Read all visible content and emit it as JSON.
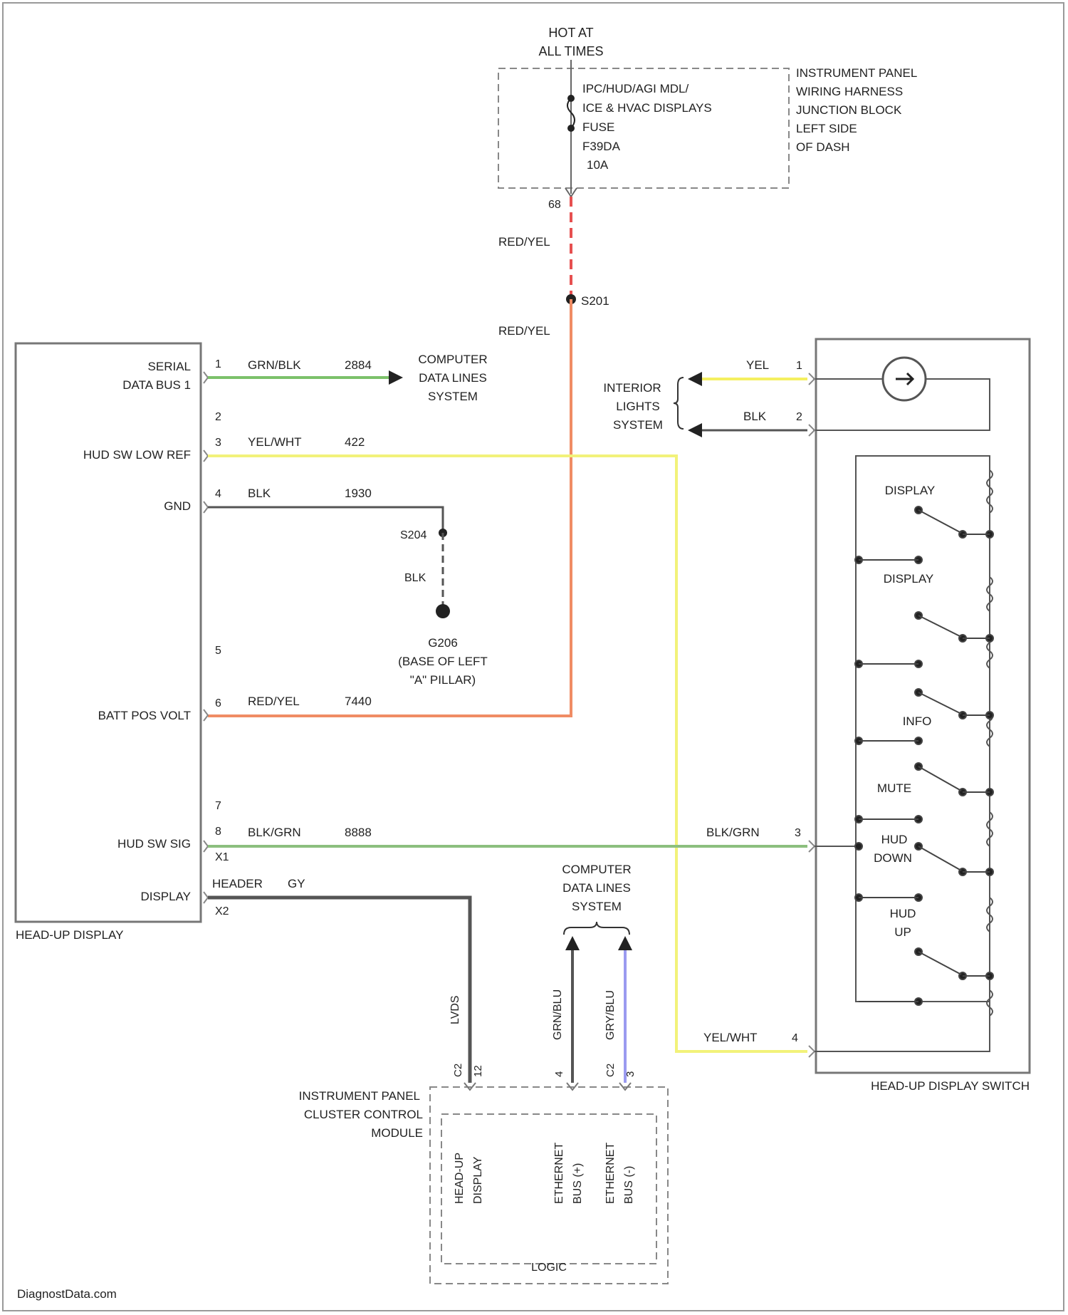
{
  "fuse_block": {
    "hot_label_1": "HOT AT",
    "hot_label_2": "ALL TIMES",
    "fuse_lines": [
      "IPC/HUD/AGI MDL/",
      "ICE & HVAC DISPLAYS",
      "FUSE",
      "F39DA",
      "10A"
    ],
    "location_lines": [
      "INSTRUMENT PANEL",
      "WIRING HARNESS",
      "JUNCTION BLOCK",
      "LEFT SIDE",
      "OF DASH"
    ],
    "pin": "68"
  },
  "splice": {
    "wire_top": "RED/YEL",
    "name": "S201",
    "wire_bottom": "RED/YEL"
  },
  "hud": {
    "title": "HEAD-UP DISPLAY",
    "labels": {
      "serial_1": "SERIAL",
      "serial_2": "DATA BUS 1",
      "low_ref": "HUD SW LOW REF",
      "gnd": "GND",
      "batt": "BATT POS VOLT",
      "sig": "HUD SW SIG",
      "display": "DISPLAY"
    },
    "pins": [
      "1",
      "2",
      "3",
      "4",
      "5",
      "6",
      "7",
      "8",
      "X1",
      "X2"
    ]
  },
  "wires": {
    "w1_color": "GRN/BLK",
    "w1_circuit": "2884",
    "w3_color": "YEL/WHT",
    "w3_circuit": "422",
    "w4_color": "BLK",
    "w4_circuit": "1930",
    "w6_color": "RED/YEL",
    "w6_circuit": "7440",
    "w8_color": "BLK/GRN",
    "w8_circuit": "8888",
    "x2_label": "HEADER",
    "x2_detail": "GY",
    "sw_sig_color": "BLK/GRN",
    "sw_ref_color": "YEL/WHT",
    "lvds": "LVDS",
    "eth_plus": "GRN/BLU",
    "eth_minus": "GRY/BLU"
  },
  "cdl_top": {
    "lines": [
      "COMPUTER",
      "DATA LINES",
      "SYSTEM"
    ]
  },
  "cdl_bottom": {
    "lines": [
      "COMPUTER",
      "DATA LINES",
      "SYSTEM"
    ]
  },
  "ground": {
    "splice": "S204",
    "wire": "BLK",
    "name": "G206",
    "loc_1": "(BASE OF LEFT",
    "loc_2": "\"A\" PILLAR)"
  },
  "interior": {
    "lines": [
      "INTERIOR",
      "LIGHTS",
      "SYSTEM"
    ],
    "wire_1": "YEL",
    "pin_1": "1",
    "wire_2": "BLK",
    "pin_2": "2"
  },
  "switch": {
    "title": "HEAD-UP DISPLAY SWITCH",
    "labels": [
      "DISPLAY",
      "DISPLAY",
      "INFO",
      "MUTE",
      "HUD",
      "DOWN",
      "HUD",
      "UP"
    ],
    "pin_sig": "3",
    "pin_ref": "4"
  },
  "ipc": {
    "name_1": "INSTRUMENT PANEL",
    "name_2": "CLUSTER CONTROL",
    "name_3": "MODULE",
    "pins": [
      "C2",
      "12",
      "4",
      "C2",
      "3"
    ],
    "vert_labels": [
      "HEAD-UP",
      "DISPLAY",
      "ETHERNET",
      "BUS (+)",
      "ETHERNET",
      "BUS (-)"
    ],
    "logic": "LOGIC"
  },
  "footer": "DiagnostData.com",
  "colors": {
    "grn_blk": "#7cc16a",
    "yel_wht": "#f2f27a",
    "red_yel": "#f08c64",
    "red_yel_dash": "#e65050",
    "blk": "#555555",
    "blk_grn": "#8cbf7e",
    "gry_blu": "#9a9af0",
    "yel": "#f5f060"
  }
}
